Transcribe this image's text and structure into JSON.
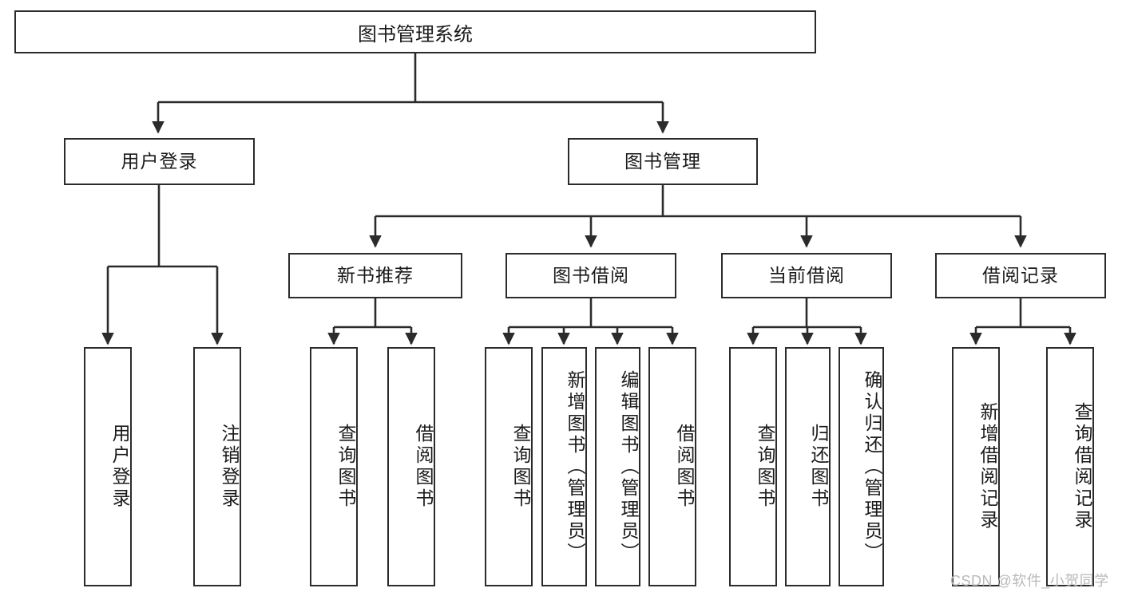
{
  "diagram": {
    "title": "图书管理系统",
    "type": "tree-hierarchy",
    "root": {
      "id": "root",
      "label": "图书管理系统"
    },
    "level2": [
      {
        "id": "user-login",
        "label": "用户登录"
      },
      {
        "id": "book-management",
        "label": "图书管理"
      }
    ],
    "level3": [
      {
        "id": "new-book-recommend",
        "label": "新书推荐",
        "parent": "book-management"
      },
      {
        "id": "book-borrow",
        "label": "图书借阅",
        "parent": "book-management"
      },
      {
        "id": "current-borrow",
        "label": "当前借阅",
        "parent": "book-management"
      },
      {
        "id": "borrow-record",
        "label": "借阅记录",
        "parent": "book-management"
      }
    ],
    "leaves": [
      {
        "id": "leaf-user-login",
        "label": "用户登录",
        "parent": "user-login"
      },
      {
        "id": "leaf-logout",
        "label": "注销登录",
        "parent": "user-login"
      },
      {
        "id": "leaf-query-book-1",
        "label": "查询图书",
        "parent": "new-book-recommend"
      },
      {
        "id": "leaf-borrow-book-1",
        "label": "借阅图书",
        "parent": "new-book-recommend"
      },
      {
        "id": "leaf-query-book-2",
        "label": "查询图书",
        "parent": "book-borrow"
      },
      {
        "id": "leaf-add-book",
        "label": "新增图书（管理员）",
        "parent": "book-borrow"
      },
      {
        "id": "leaf-edit-book",
        "label": "编辑图书（管理员）",
        "parent": "book-borrow"
      },
      {
        "id": "leaf-borrow-book-2",
        "label": "借阅图书",
        "parent": "book-borrow"
      },
      {
        "id": "leaf-query-book-3",
        "label": "查询图书",
        "parent": "current-borrow"
      },
      {
        "id": "leaf-return-book",
        "label": "归还图书",
        "parent": "current-borrow"
      },
      {
        "id": "leaf-confirm-return",
        "label": "确认归还（管理员）",
        "parent": "current-borrow"
      },
      {
        "id": "leaf-add-record",
        "label": "新增借阅记录",
        "parent": "borrow-record"
      },
      {
        "id": "leaf-query-record",
        "label": "查询借阅记录",
        "parent": "borrow-record"
      }
    ],
    "colors": {
      "stroke": "#2b2b2b",
      "fill": "#ffffff",
      "text": "#1a1a1a",
      "watermark": "#b9b9b9"
    }
  },
  "watermark": {
    "text": "CSDN @软件_小贺同学"
  }
}
